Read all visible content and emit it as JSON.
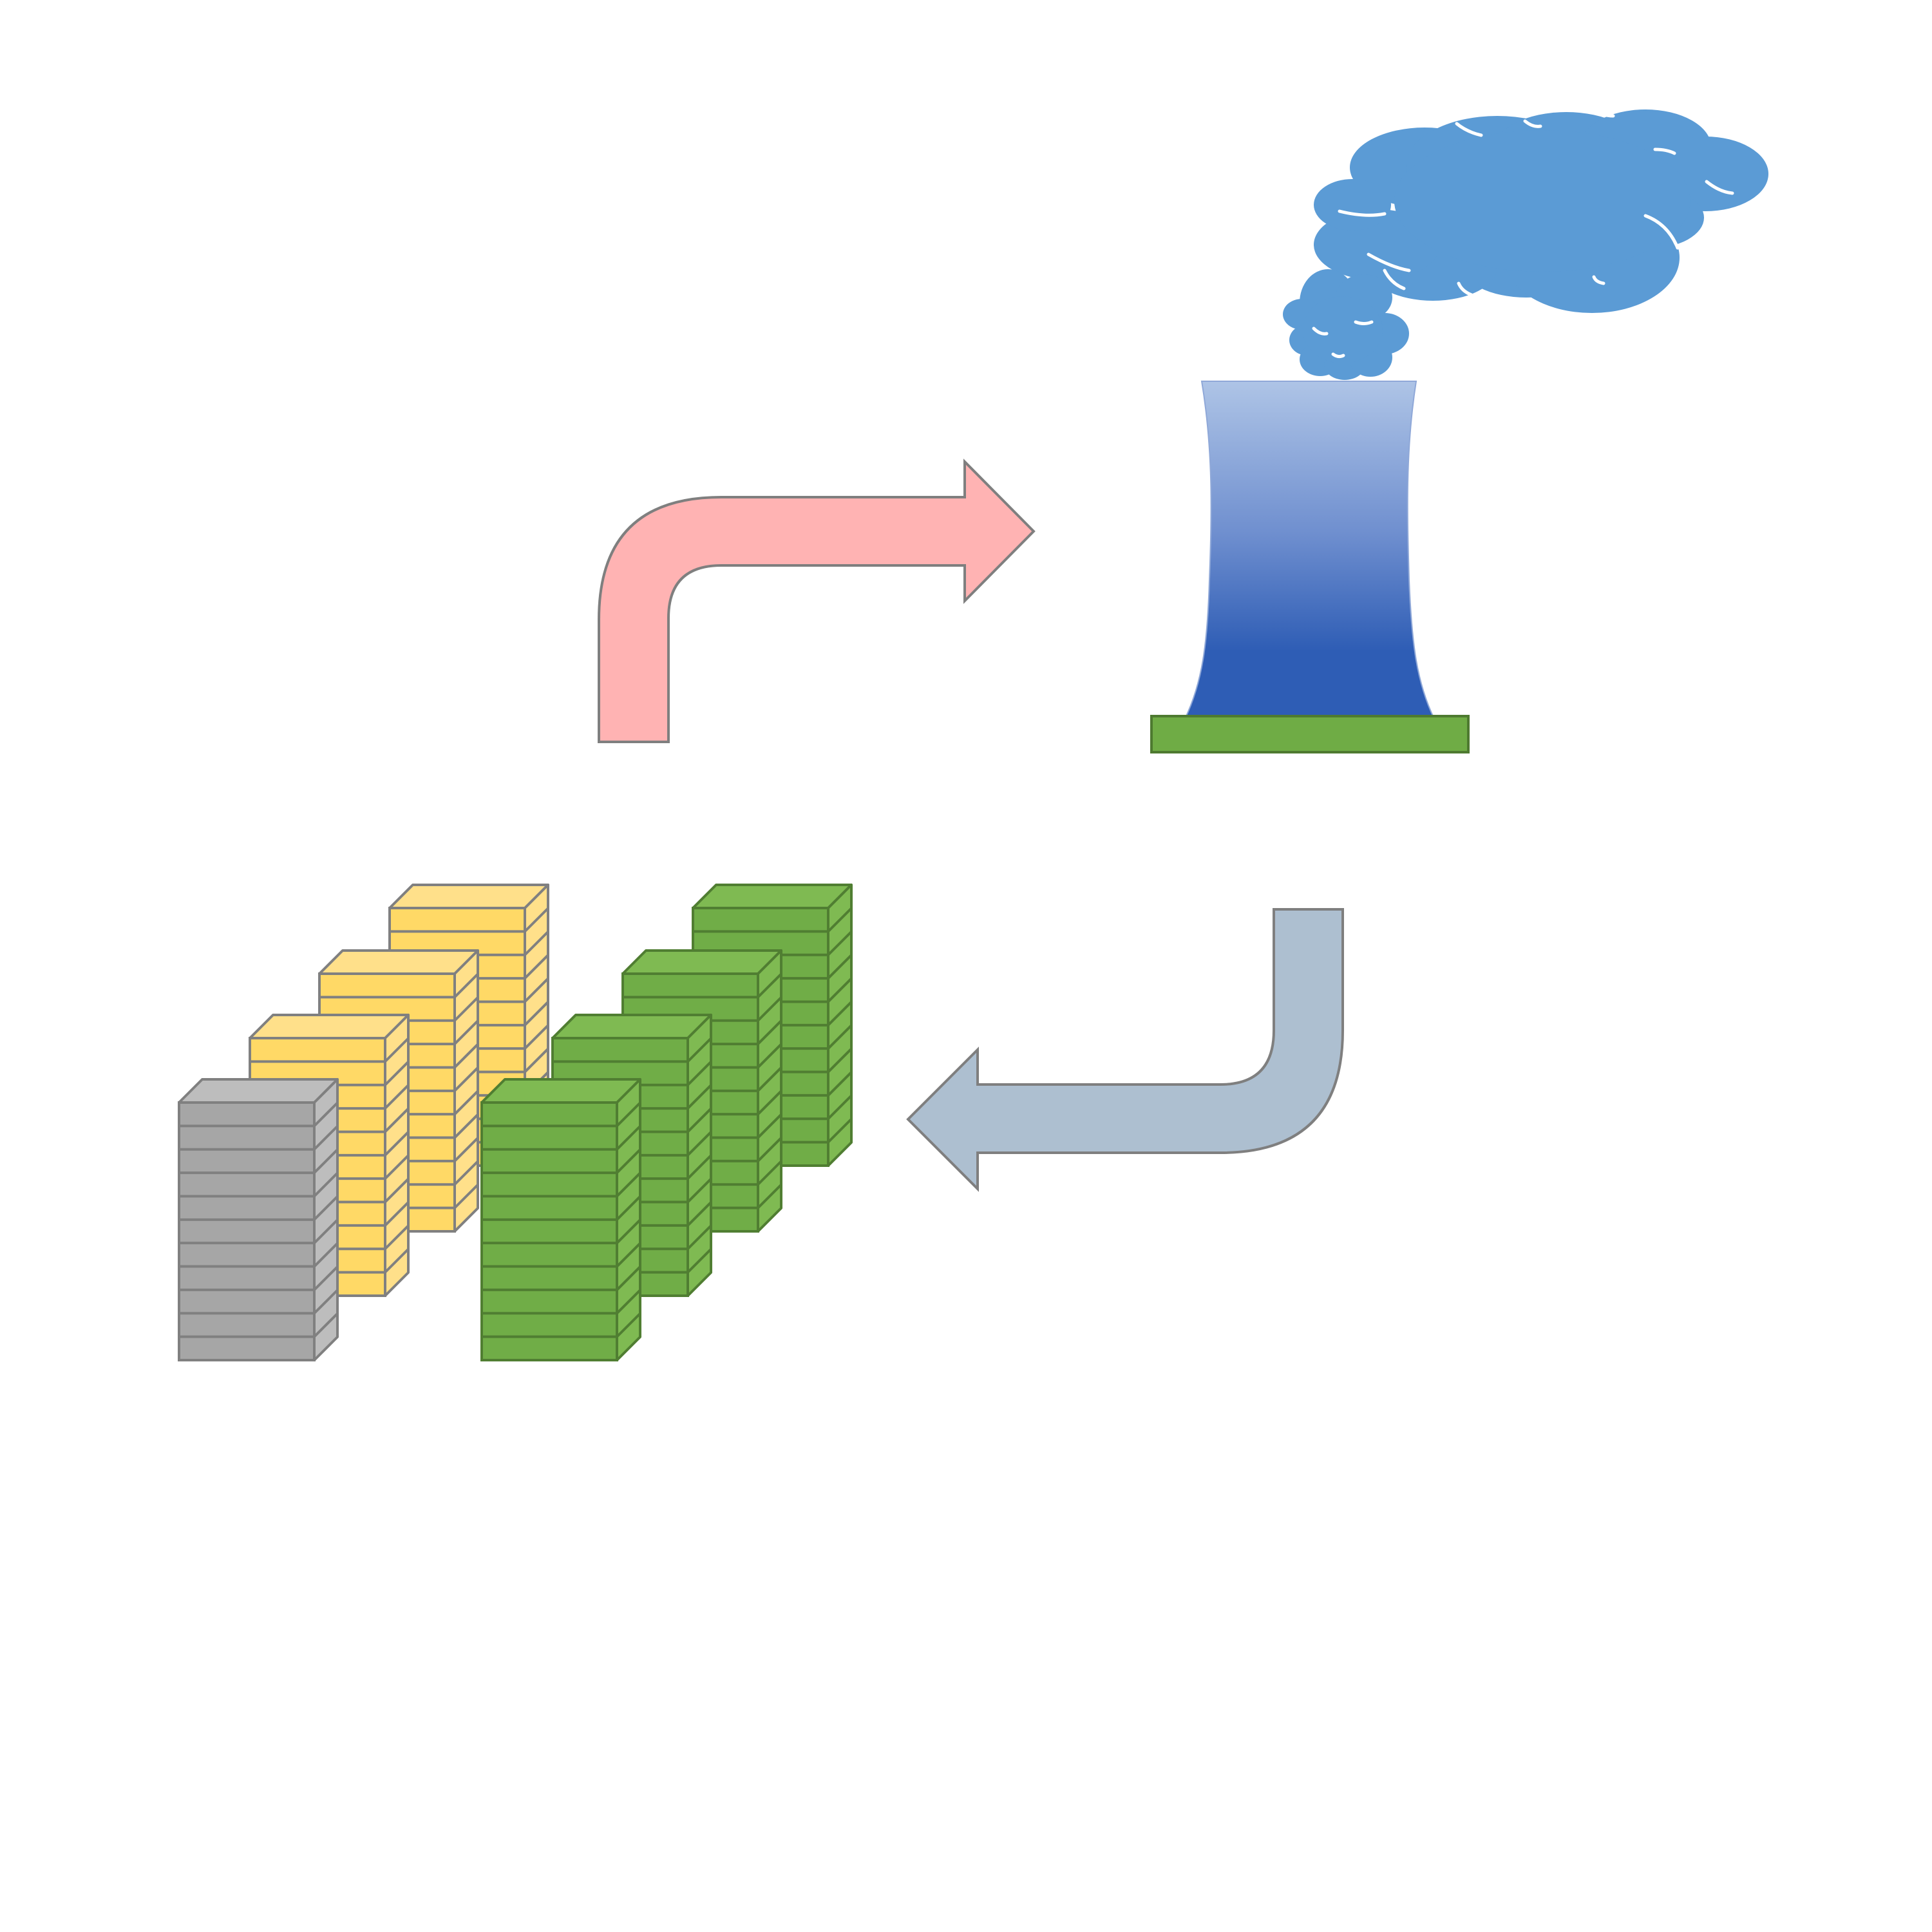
{
  "colors": {
    "background": "#ffffff",
    "tower_top": "#aec4e6",
    "tower_mid": "#6f8fcf",
    "tower_bottom": "#2e5db5",
    "ground": "#6fac45",
    "ground_stroke": "#4e7a30",
    "cloud": "#5b9bd5",
    "arrow_to_plant": "#ffb3b3",
    "arrow_from_plant": "#adbfd0",
    "arrow_stroke": "#7f7f7f",
    "stack_gray": "#a6a6a6",
    "stack_gray_side": "#bdbdbd",
    "stack_yellow": "#ffd966",
    "stack_yellow_side": "#ffe08a",
    "stack_green": "#70ad47",
    "stack_green_side": "#7fba52",
    "stack_stroke_neutral": "#808080",
    "stack_stroke_green": "#507e32"
  },
  "icons": {
    "power_plant": "cooling-tower-icon",
    "emission": "smoke-cloud-icon",
    "flow_in": "bent-arrow-right-icon",
    "flow_out": "bent-arrow-left-icon",
    "supply": "stacked-blocks-icon"
  },
  "stacks": [
    {
      "color_group": "yellow",
      "levels": 11
    },
    {
      "color_group": "yellow",
      "levels": 11
    },
    {
      "color_group": "yellow",
      "levels": 11
    },
    {
      "color_group": "gray",
      "levels": 11
    },
    {
      "color_group": "green",
      "levels": 11
    },
    {
      "color_group": "green",
      "levels": 11
    },
    {
      "color_group": "green",
      "levels": 11
    },
    {
      "color_group": "green",
      "levels": 11
    }
  ]
}
